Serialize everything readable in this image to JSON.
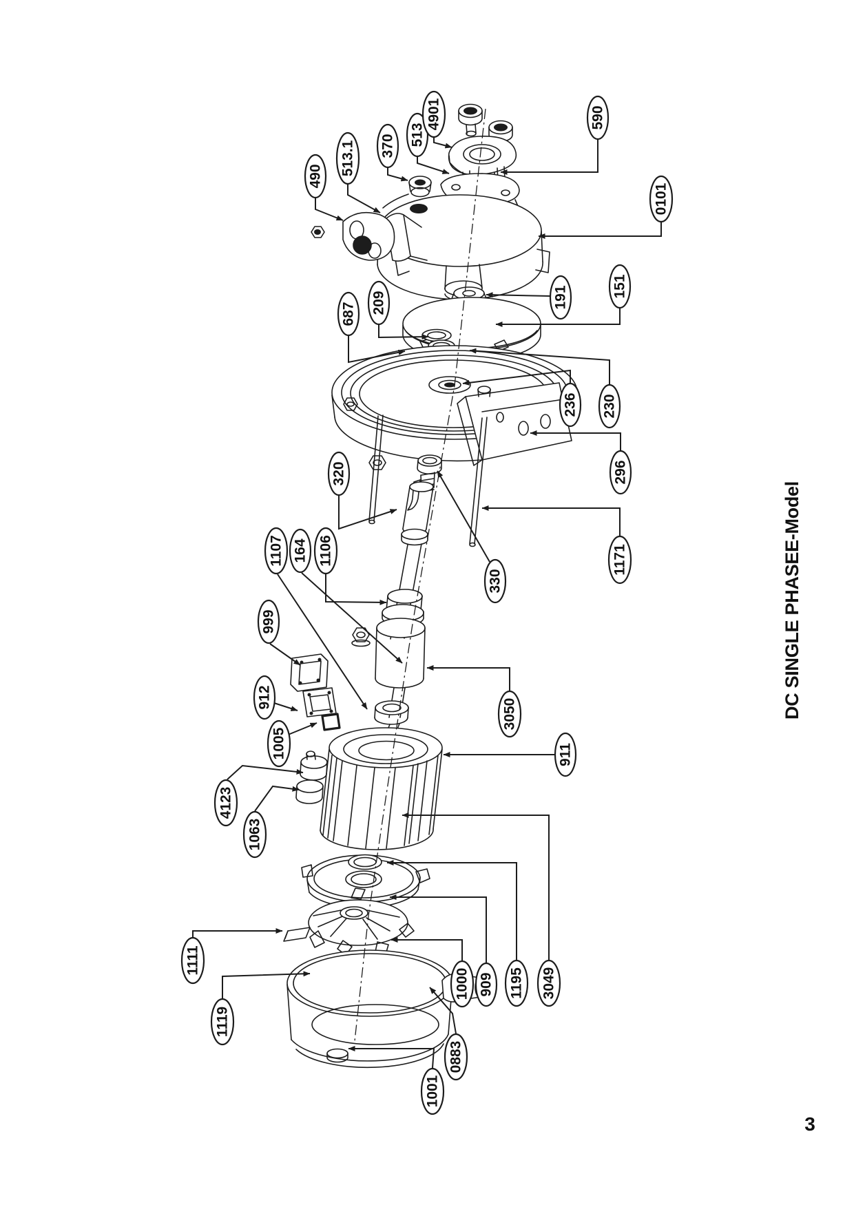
{
  "document": {
    "title": "DC SINGLE PHASEE-Model",
    "page_number": "3",
    "figure_type": "exploded parts diagram"
  },
  "parts": {
    "labels": [
      "490",
      "513.1",
      "370",
      "513",
      "4901",
      "590",
      "0101",
      "191",
      "151",
      "209",
      "687",
      "236",
      "230",
      "296",
      "1171",
      "320",
      "330",
      "1107",
      "164",
      "1106",
      "999",
      "912",
      "1005",
      "3050",
      "911",
      "4123",
      "1063",
      "1111",
      "1119",
      "1000",
      "909",
      "1195",
      "3049",
      "0883",
      "1001"
    ]
  },
  "style": {
    "ink": "#1c1c1c",
    "paper": "#ffffff"
  }
}
